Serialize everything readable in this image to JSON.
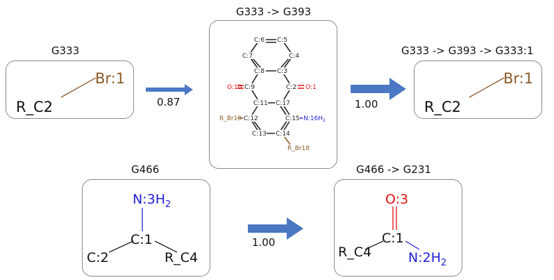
{
  "colors": {
    "bond": "#222222",
    "br": "#8b5a2b",
    "n": "#1f1fd6",
    "o": "#e01010",
    "arrow": "#4a78c2",
    "border": "#8a8a8a"
  },
  "g333": {
    "title": "G333",
    "atom_r": "R_C2",
    "atom_br": "Br:1"
  },
  "arrow1": {
    "score": "0.87"
  },
  "g393": {
    "title": "G333 -> G393",
    "atoms": {
      "c6": "C:6",
      "c5": "C:5",
      "c7": "C:7",
      "c4": "C:4",
      "c8": "C:8",
      "c3": "C:3",
      "o10": "O:10",
      "c9": "C:9",
      "c2": "C:2",
      "o1": "O:1",
      "c11": "C:11",
      "c17": "C:17",
      "rbr19": "R_Br19",
      "c12": "C:12",
      "c15": "C:15",
      "n16": "N:16H",
      "n16_sub": "2",
      "c13": "C:13",
      "c14": "C:14",
      "rbr18": "R_Br18"
    }
  },
  "arrow2": {
    "score": "1.00"
  },
  "g333b": {
    "title": "G333 -> G393 -> G333:1",
    "atom_r": "R_C2",
    "atom_br": "Br:1"
  },
  "g466": {
    "title": "G466",
    "atom_n": "N:3H",
    "atom_n_sub": "2",
    "atom_c1": "C:1",
    "atom_c2": "C:2",
    "atom_r": "R_C4"
  },
  "arrow3": {
    "score": "1.00"
  },
  "g231": {
    "title": "G466 -> G231",
    "atom_o": "O:3",
    "atom_c1": "C:1",
    "atom_r": "R_C4",
    "atom_n": "N:2H",
    "atom_n_sub": "2"
  }
}
